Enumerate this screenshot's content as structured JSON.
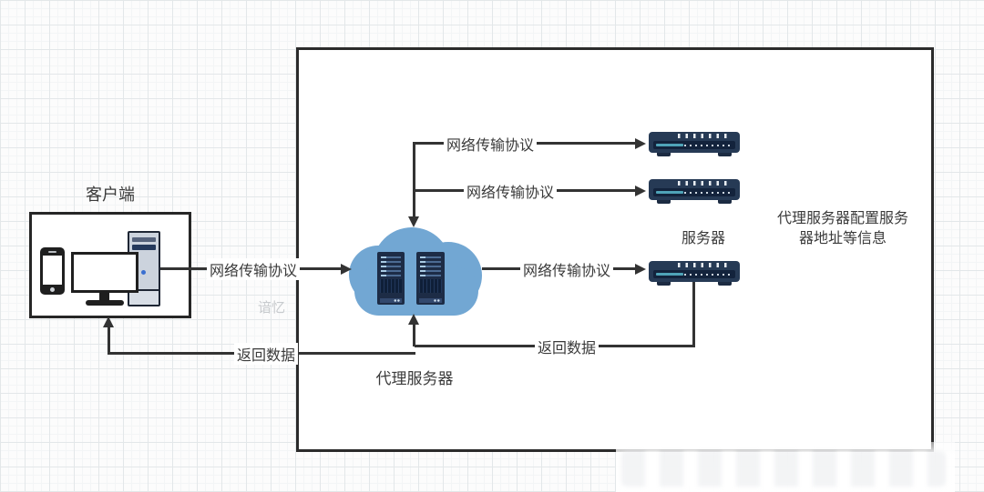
{
  "nodes": {
    "client": {
      "label": "客户端"
    },
    "proxy": {
      "label": "代理服务器"
    },
    "servers": {
      "label": "服务器"
    },
    "note": {
      "lines": [
        "代理服务器配置服务",
        "器地址等信息"
      ]
    }
  },
  "edges": {
    "client_to_proxy": {
      "label": "网络传输协议"
    },
    "proxy_to_server1": {
      "label": "网络传输协议"
    },
    "proxy_to_server2": {
      "label": "网络传输协议"
    },
    "proxy_to_server3": {
      "label": "网络传输协议"
    },
    "server3_return": {
      "label": "返回数据"
    },
    "proxy_return_to_client": {
      "label": "返回数据"
    }
  },
  "watermark": {
    "text": "谙忆"
  },
  "colors": {
    "line": "#333333",
    "boundary_border": "#2b2b2b",
    "cloud": "#72a7d3",
    "rack_body": "#263a55",
    "rack_slot": "#13233c",
    "rack_accent": "#4fa3b8",
    "tower_body": "#ccd3dd",
    "power_button": "#3a6fd0",
    "watermark_gray": "#c8cbce"
  }
}
